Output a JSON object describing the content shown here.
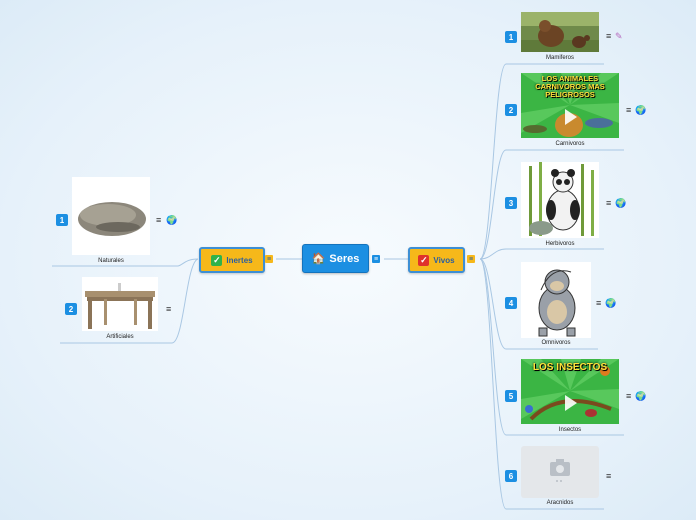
{
  "map": {
    "center": {
      "label": "Seres",
      "icon": "house-icon"
    },
    "left_branch": {
      "label": "Inertes",
      "icon": "check-green-icon",
      "color": "#f6b81a"
    },
    "right_branch": {
      "label": "Vivos",
      "icon": "check-red-icon",
      "color": "#f6b81a"
    }
  },
  "inertes": [
    {
      "num": "1",
      "caption": "Naturales",
      "image": "rock-image",
      "has_link": true
    },
    {
      "num": "2",
      "caption": "Artificiales",
      "image": "table-image",
      "has_link": false
    }
  ],
  "vivos": [
    {
      "num": "1",
      "caption": "Mamiferos",
      "image": "bears-image",
      "has_link": false,
      "extra_icon": "attachment-icon"
    },
    {
      "num": "2",
      "caption": "Carnivoros",
      "image": "video-carnivores-image",
      "has_link": true,
      "video_title": "LOS ANIMALES CARNIVOROS MAS PELIGROSOS"
    },
    {
      "num": "3",
      "caption": "Herbivoros",
      "image": "panda-image",
      "has_link": true
    },
    {
      "num": "4",
      "caption": "Omnivoros",
      "image": "gorilla-image",
      "has_link": true
    },
    {
      "num": "5",
      "caption": "Insectos",
      "image": "video-insects-image",
      "has_link": true,
      "video_title": "LOS INSECTOS"
    },
    {
      "num": "6",
      "caption": "Aracnidos",
      "image": "image-placeholder",
      "has_link": false
    }
  ],
  "colors": {
    "branch_line": "#a9c7e3",
    "center": "#1c8fe2",
    "main_fill": "#f6b81a",
    "badge": "#1c8fe2"
  }
}
